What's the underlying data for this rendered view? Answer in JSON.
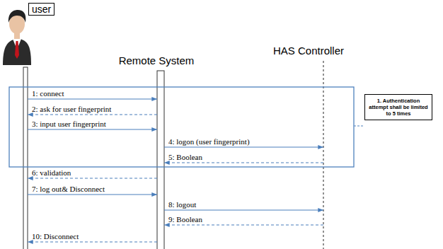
{
  "diagram": {
    "nodes": [
      {
        "text": [
          "user"
        ]
      },
      {
        "text": [
          "Remote System"
        ]
      },
      {
        "text": [
          "HAS Controller"
        ]
      },
      {
        "text": [
          "1. Authentication attempt shall be limited to 5 times"
        ]
      }
    ],
    "edges": [
      {
        "from": 0,
        "to": 1,
        "label": "1: connect",
        "arrow": "to"
      },
      {
        "from": 1,
        "to": 0,
        "label": "2: ask for user fingerprint",
        "arrow": "to"
      },
      {
        "from": 0,
        "to": 1,
        "label": "3: input user fingerprint",
        "arrow": "to"
      },
      {
        "from": 1,
        "to": 2,
        "label": "4: logon (user fingerprint)",
        "arrow": "to"
      },
      {
        "from": 2,
        "to": 1,
        "label": "5: Boolean",
        "arrow": "to"
      },
      {
        "from": 1,
        "to": 0,
        "label": "6: validation",
        "arrow": "to"
      },
      {
        "from": 0,
        "to": 1,
        "label": "7: log out& Disconnect",
        "arrow": "to"
      },
      {
        "from": 1,
        "to": 2,
        "label": "8: logout",
        "arrow": "to"
      },
      {
        "from": 2,
        "to": 1,
        "label": "9: Boolean",
        "arrow": "to"
      },
      {
        "from": 1,
        "to": 0,
        "label": "10: Disconnect",
        "arrow": "to"
      }
    ]
  }
}
